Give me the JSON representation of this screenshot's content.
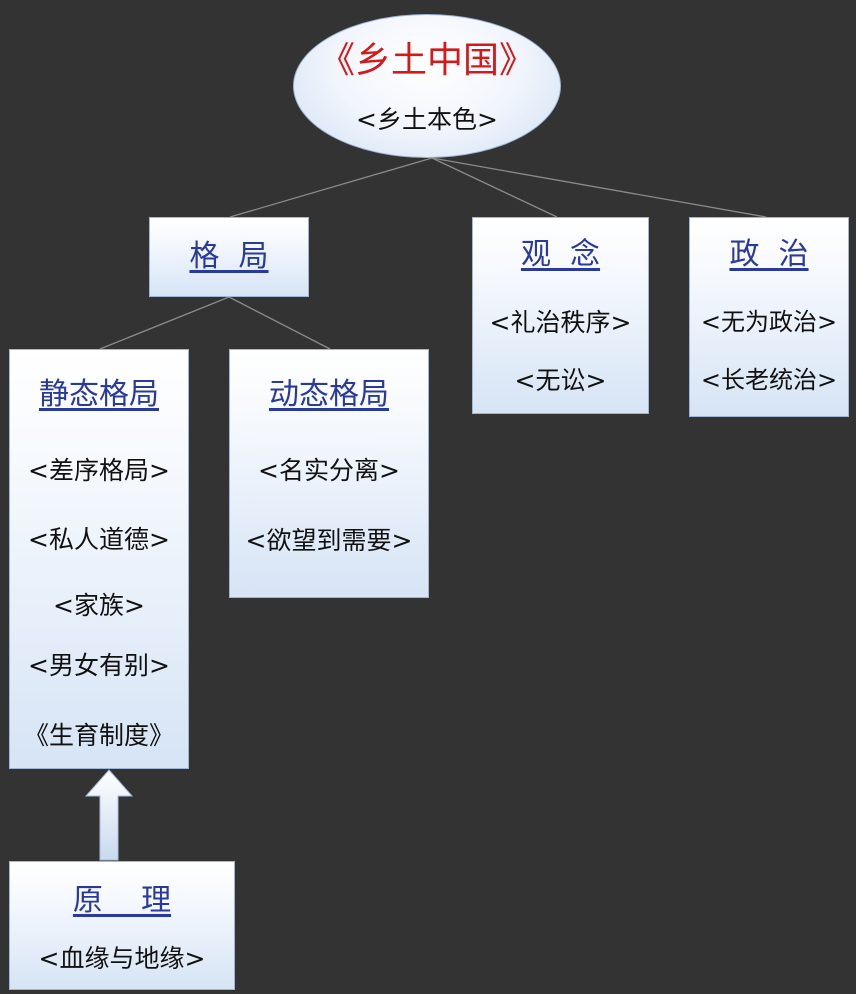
{
  "root": {
    "title": "《乡土中国》",
    "subtitle": "<乡土本色>"
  },
  "nodes": {
    "geju": {
      "heading": "格  局"
    },
    "guannian": {
      "heading": "观  念",
      "items": [
        "<礼治秩序>",
        "<无讼>"
      ]
    },
    "zhengzhi": {
      "heading": "政  治",
      "items": [
        "<无为政治>",
        "<长老统治>"
      ]
    },
    "jingtai": {
      "heading": "静态格局",
      "items": [
        "<差序格局>",
        "<私人道德>",
        "<家族>",
        "<男女有别>",
        "《生育制度》"
      ]
    },
    "dongtai": {
      "heading": "动态格局",
      "items": [
        "<名实分离>",
        "<欲望到需要>"
      ]
    },
    "yuanli": {
      "heading": "原    理",
      "items": [
        "<血缘与地缘>"
      ]
    }
  },
  "colors": {
    "background": "#333333",
    "root_title": "#d11a1a",
    "heading": "#2a3a9a",
    "connector": "#8a8a8a"
  }
}
